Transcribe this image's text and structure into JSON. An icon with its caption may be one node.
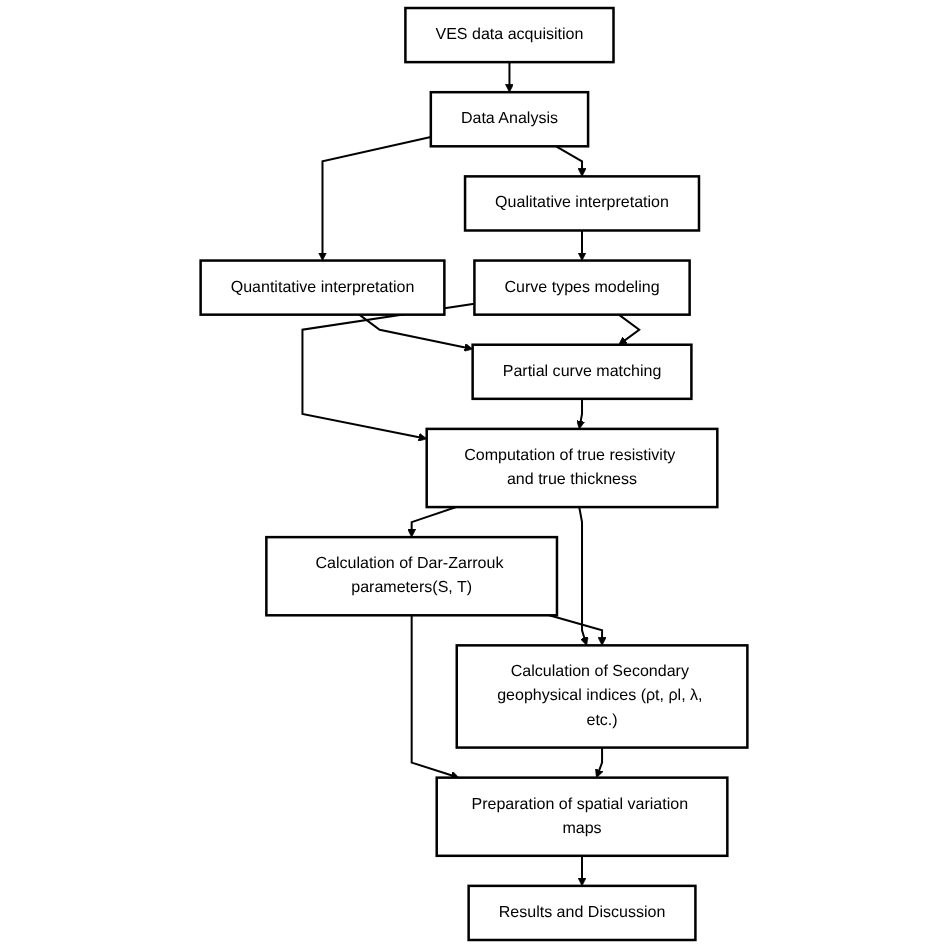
{
  "diagram": {
    "nodes": [
      {
        "text": [
          "VES data acquisition"
        ]
      },
      {
        "text": [
          "Data Analysis"
        ]
      },
      {
        "text": [
          "Qualitative interpretation"
        ]
      },
      {
        "text": [
          "Quantitative interpretation"
        ]
      },
      {
        "text": [
          "Curve types modeling"
        ]
      },
      {
        "text": [
          "Partial curve matching"
        ]
      },
      {
        "text": [
          "Computation of true resistivity and true thickness"
        ]
      },
      {
        "text": [
          "Calculation of Dar-Zarrouk parameters(S, T)"
        ]
      },
      {
        "text": [
          "Calculation of Secondary geophysical indices (ρt, ρl, λ, etc.)"
        ]
      },
      {
        "text": [
          "Preparation of spatial variation maps"
        ]
      },
      {
        "text": [
          "Results and Discussion"
        ]
      }
    ],
    "edges": [
      {
        "from": 0,
        "to": 1,
        "arrow": "to"
      },
      {
        "from": 1,
        "to": 2,
        "arrow": "to"
      },
      {
        "from": 1,
        "to": 3,
        "arrow": "to"
      },
      {
        "from": 2,
        "to": 4,
        "arrow": "to"
      },
      {
        "from": 3,
        "to": 5,
        "arrow": "to"
      },
      {
        "from": 4,
        "to": 5,
        "arrow": "to"
      },
      {
        "from": 4,
        "to": 6,
        "arrow": "to"
      },
      {
        "from": 5,
        "to": 6,
        "arrow": "to"
      },
      {
        "from": 6,
        "to": 7,
        "arrow": "to"
      },
      {
        "from": 6,
        "to": 8,
        "arrow": "to"
      },
      {
        "from": 7,
        "to": 8,
        "arrow": "to"
      },
      {
        "from": 7,
        "to": 9,
        "arrow": "to"
      },
      {
        "from": 8,
        "to": 9,
        "arrow": "to"
      },
      {
        "from": 9,
        "to": 10,
        "arrow": "to"
      }
    ]
  }
}
